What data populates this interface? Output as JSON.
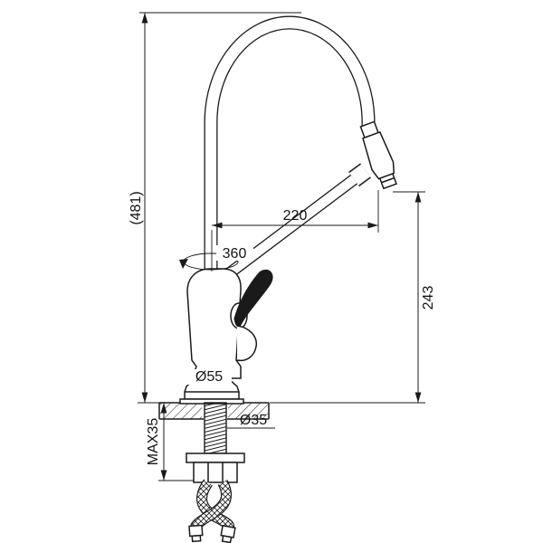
{
  "drawing": {
    "background": "#ffffff",
    "line_color": "#1a1a1a",
    "labels": {
      "overall_height": "(481)",
      "spout_reach": "220",
      "rotation": "360",
      "outlet_height": "243",
      "base_diameter": "Ø55",
      "hole_diameter": "Ø35",
      "max_thickness": "MAX35"
    }
  }
}
